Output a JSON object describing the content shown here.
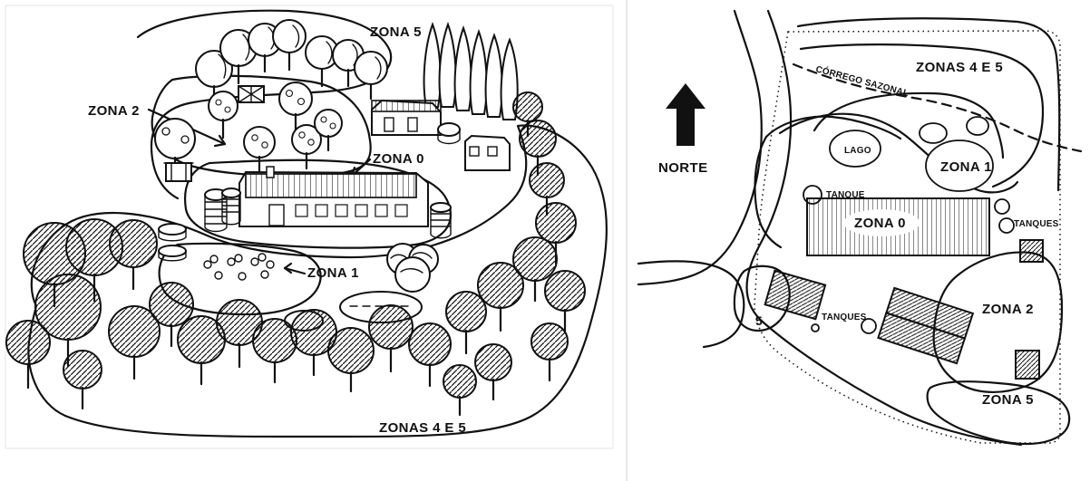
{
  "figure": {
    "left": {
      "labels": {
        "zona5": "ZONA 5",
        "zona2": "ZONA 2",
        "zona0": "ZONA 0",
        "zona1": "ZONA 1",
        "zonas45": "ZONAS 4 E 5"
      }
    },
    "right": {
      "labels": {
        "norte": "NORTE",
        "corrego": "CÓRREGO SAZONAL",
        "zonas45": "ZONAS 4 E 5",
        "lago": "LAGO",
        "zona1": "ZONA 1",
        "tanque": "TANQUE",
        "zona0": "ZONA 0",
        "tanques_right": "TANQUES",
        "tanques_bottom": "TANQUES",
        "zona2": "ZONA 2",
        "small5": "5",
        "zona5": "ZONA 5"
      }
    }
  },
  "colors": {
    "ink": "#111111",
    "paper": "#ffffff",
    "divider": "#e7e7e7"
  }
}
